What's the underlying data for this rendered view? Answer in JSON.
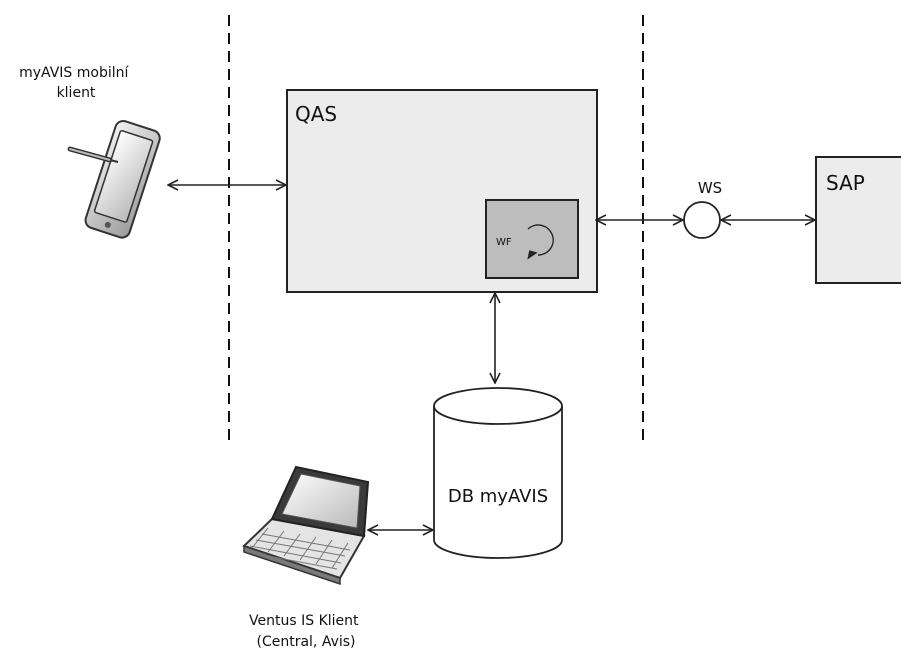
{
  "diagram": {
    "mobile_client_label": [
      "myAVIS mobilní",
      "klient"
    ],
    "qas_label": "QAS",
    "wf_label": "WF",
    "ws_label": "WS",
    "sap_label": "SAP",
    "db_label": "DB myAVIS",
    "ventus_client_label": [
      "Ventus IS Klient",
      "(Central, Avis)"
    ]
  },
  "colors": {
    "box_fill": "#ececec",
    "inner_box_fill": "#bdbdbd",
    "stroke": "#222222",
    "background": "#ffffff"
  },
  "icons": {
    "mobile_client": "tablet-with-stylus-icon",
    "ventus_client": "laptop-icon",
    "workflow": "circular-arrow-icon",
    "web_service": "circle-node-icon",
    "database": "cylinder-icon"
  }
}
